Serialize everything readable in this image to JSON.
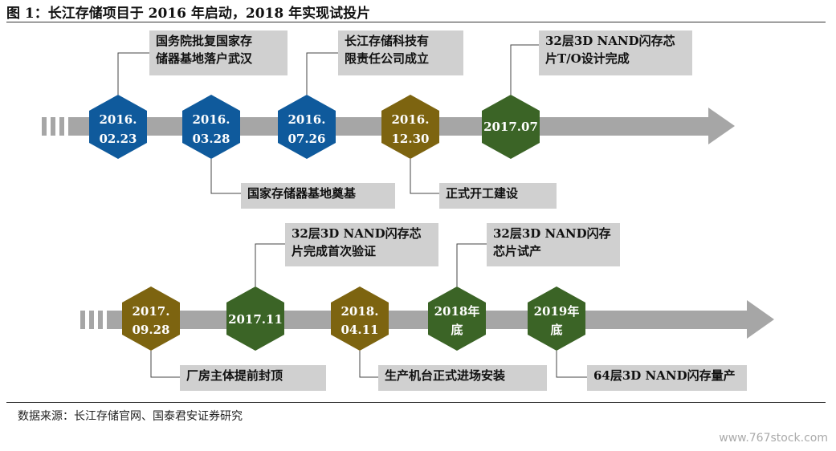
{
  "title": "图 1：长江存储项目于 2016 年启动，2018 年实现试投片",
  "source": "数据来源：长江存储官网、国泰君安证券研究",
  "watermark": "www.767stock.com",
  "colors": {
    "blue": "#0f5a9c",
    "olive": "#7d6410",
    "green": "#3b6426",
    "bar": "#a6a6a6",
    "label_bg": "#d0d0d0"
  },
  "row1": {
    "milestones": [
      {
        "date_line1": "2016.",
        "date_line2": "02.23",
        "color": "blue",
        "event": "国务院批复国家存储器基地落户武汉"
      },
      {
        "date_line1": "2016.",
        "date_line2": "03.28",
        "color": "blue",
        "event": "国家存储器基地奠基"
      },
      {
        "date_line1": "2016.",
        "date_line2": "07.26",
        "color": "blue",
        "event": "长江存储科技有限责任公司成立"
      },
      {
        "date_line1": "2016.",
        "date_line2": "12.30",
        "color": "olive",
        "event": "正式开工建设"
      },
      {
        "date_line1": "2017.07",
        "date_line2": "",
        "color": "green",
        "event": "32层3D NAND闪存芯片T/O设计完成"
      }
    ],
    "labels": {
      "a_line1": "国务院批复国家存",
      "a_line2": "储器基地落户武汉",
      "b": "国家存储器基地奠基",
      "c_line1": "长江存储科技有",
      "c_line2": "限责任公司成立",
      "d": "正式开工建设",
      "e_line1": "32层3D NAND闪存芯",
      "e_line2": "片T/O设计完成"
    }
  },
  "row2": {
    "milestones": [
      {
        "date_line1": "2017.",
        "date_line2": "09.28",
        "color": "olive",
        "event": "厂房主体提前封顶"
      },
      {
        "date_line1": "2017.11",
        "date_line2": "",
        "color": "green",
        "event": "32层3D NAND闪存芯片完成首次验证"
      },
      {
        "date_line1": "2018.",
        "date_line2": "04.11",
        "color": "olive",
        "event": "生产机台正式进场安装"
      },
      {
        "date_line1": "2018年",
        "date_line2": "底",
        "color": "green",
        "event": "32层3D NAND闪存芯片试产"
      },
      {
        "date_line1": "2019年",
        "date_line2": "底",
        "color": "green",
        "event": "64层3D NAND闪存量产"
      }
    ],
    "labels": {
      "a": "厂房主体提前封顶",
      "b_line1": "32层3D NAND闪存芯",
      "b_line2": "片完成首次验证",
      "c": "生产机台正式进场安装",
      "d_line1": "32层3D NAND闪存",
      "d_line2": "芯片试产",
      "e": "64层3D NAND闪存量产"
    }
  }
}
